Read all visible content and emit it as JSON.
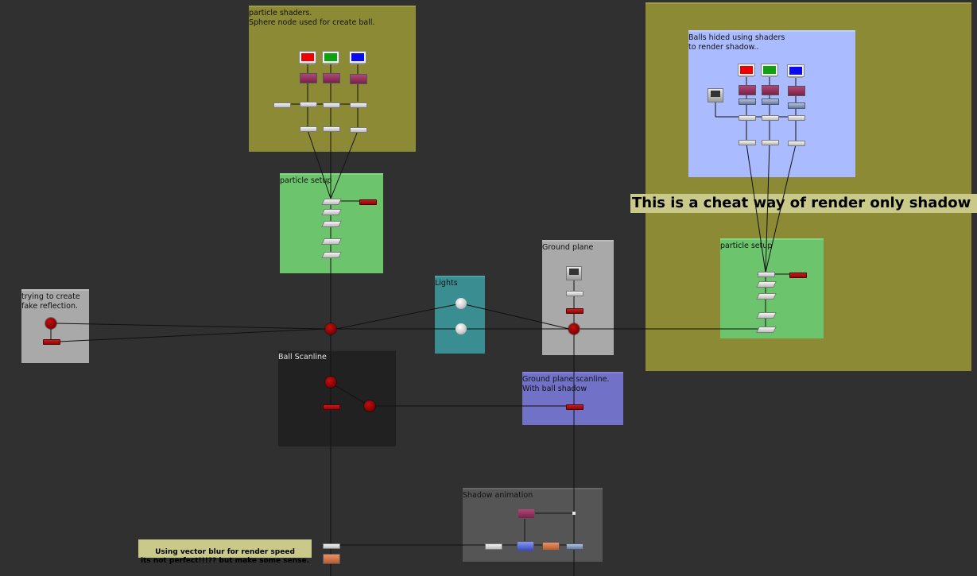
{
  "backdrops": {
    "particle_shaders": "particle shaders.\nSphere node used for create ball.",
    "particle_setup_left": "particle setup",
    "particle_setup_right": "particle setup",
    "balls_hided": "Balls hided using shaders\nto render shadow..",
    "ground_plane": "Ground plane",
    "lights": "Lights",
    "fake_reflection": "trying to create\nfake reflection.",
    "ball_scanline": "Ball Scanline",
    "ground_scanline": "Ground plane scanline.\nWith ball shadow",
    "shadow_animation": "Shadow animation"
  },
  "stickies": {
    "cheat_note": "This is a cheat way of render only shadow",
    "vector_blur_note": "Using vector blur for render speed\nits not perfect!!!?? but make some sense."
  },
  "colors": {
    "canvas": "#303030",
    "olive_backdrop": "#8c8a34",
    "green_backdrop": "#6cc46c",
    "lavender_backdrop": "#aabcff",
    "gray_backdrop": "#a9a9a9",
    "teal_backdrop": "#3a8e92",
    "dark_backdrop": "#212121",
    "purple_backdrop": "#7171c7",
    "shadow_backdrop": "#555555",
    "sticky": "#c9c98a"
  }
}
